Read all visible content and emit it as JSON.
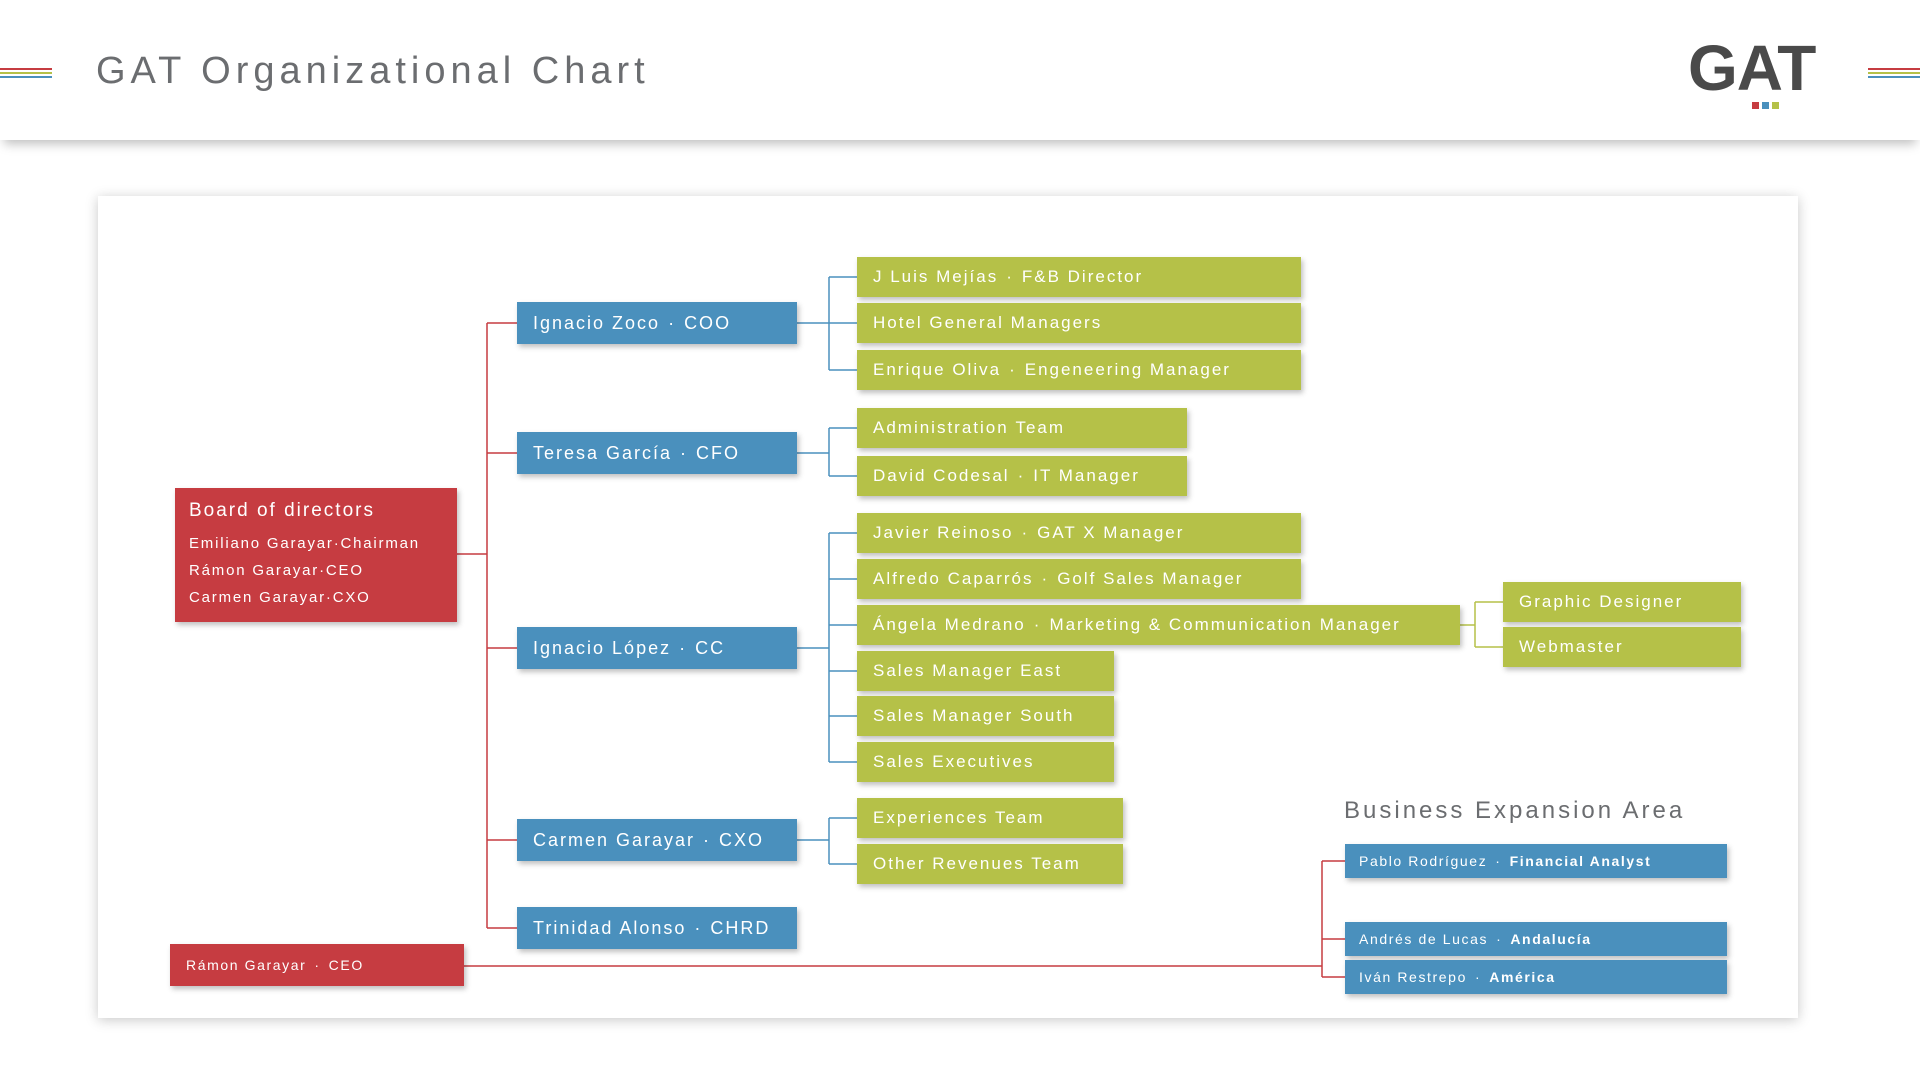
{
  "header": {
    "title": "GAT Organizational Chart",
    "logo_text": "GAT",
    "stripe_colors": [
      "#c63c41",
      "#b5c148",
      "#4a90bd"
    ]
  },
  "colors": {
    "executive": "#4a90bd",
    "team": "#b5c148",
    "board": "#c63c41",
    "line_red": "#c63c41",
    "line_blue": "#4a90bd",
    "line_green": "#b5c148"
  },
  "board": {
    "title": "Board of directors",
    "members": [
      {
        "name": "Emiliano Garayar",
        "role": "Chairman"
      },
      {
        "name": "Rámon Garayar",
        "role": "CEO"
      },
      {
        "name": "Carmen Garayar",
        "role": "CXO"
      }
    ]
  },
  "executives": [
    {
      "name": "Ignacio Zoco",
      "role": "COO"
    },
    {
      "name": "Teresa García",
      "role": "CFO"
    },
    {
      "name": "Ignacio López",
      "role": "CC"
    },
    {
      "name": "Carmen Garayar",
      "role": "CXO"
    },
    {
      "name": "Trinidad Alonso",
      "role": "CHRD"
    }
  ],
  "coo_reports": [
    {
      "name": "J Luis Mejías",
      "role": "F&B Director"
    },
    {
      "name": "Hotel General",
      "role": "Managers"
    },
    {
      "name": "Enrique Oliva",
      "role": "Engeneering Manager"
    }
  ],
  "cfo_reports": [
    {
      "name": "Administration",
      "role": "Team"
    },
    {
      "name": "David Codesal",
      "role": "IT Manager"
    }
  ],
  "cc_reports": [
    {
      "name": "Javier Reinoso",
      "role": "GAT X Manager"
    },
    {
      "name": "Alfredo Caparrós",
      "role": "Golf Sales Manager"
    },
    {
      "name": "Ángela Medrano",
      "role": "Marketing & Communication Manager"
    },
    {
      "name": "",
      "role": "Sales Manager East"
    },
    {
      "name": "",
      "role": "Sales Manager South"
    },
    {
      "name": "",
      "role": "Sales Executives"
    }
  ],
  "marketing_reports": [
    {
      "role": "Graphic Designer"
    },
    {
      "role": "Webmaster"
    }
  ],
  "cxo_reports": [
    {
      "role": "Experiences Team"
    },
    {
      "role": "Other Revenues Team"
    }
  ],
  "ceo_box": {
    "name": "Rámon Garayar",
    "role": "CEO"
  },
  "business_expansion": {
    "title": "Business Expansion Area",
    "members": [
      {
        "name": "Pablo Rodríguez",
        "role": "Financial Analyst"
      },
      {
        "name": "Andrés de Lucas",
        "role": "Andalucía"
      },
      {
        "name": "Iván Restrepo",
        "role": "América"
      }
    ]
  }
}
